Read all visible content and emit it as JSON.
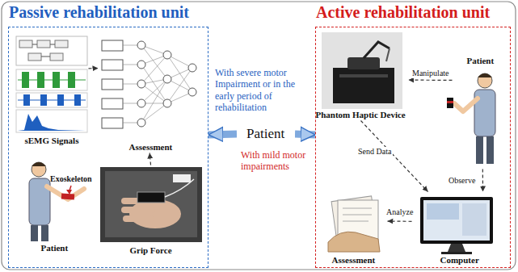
{
  "diagram": {
    "nodes": [
      {
        "text": [
          "Passive rehabilitation unit"
        ]
      },
      {
        "text": [
          "sEMG Signals"
        ],
        "in": 0
      },
      {
        "text": [
          "Assessment"
        ],
        "in": 0
      },
      {
        "text": [
          "Patient"
        ],
        "in": 0
      },
      {
        "text": [
          "Grip Force"
        ],
        "in": 0
      },
      {
        "text": [
          "Patient"
        ]
      },
      {
        "text": [
          "Active rehabilitation unit"
        ]
      },
      {
        "text": [
          "Phantom Haptic Device"
        ],
        "in": 6
      },
      {
        "text": [
          "Patient"
        ],
        "in": 6
      },
      {
        "text": [
          "Computer"
        ],
        "in": 6
      },
      {
        "text": [
          "Assessment"
        ],
        "in": 6
      }
    ],
    "edges": [
      {
        "from": 1,
        "to": 2,
        "arrow": "to"
      },
      {
        "from": 4,
        "to": 2,
        "arrow": "to"
      },
      {
        "from": 5,
        "to": 0,
        "arrow": "to"
      },
      {
        "from": 5,
        "to": 6,
        "arrow": "to"
      },
      {
        "from": 8,
        "to": 7,
        "arrow": "to",
        "label": "Manipulate"
      },
      {
        "from": 8,
        "to": 9,
        "arrow": "to",
        "label": "Observe"
      },
      {
        "from": 7,
        "to": 9,
        "arrow": "to",
        "label": "Send Data"
      },
      {
        "from": 9,
        "to": 10,
        "arrow": "to",
        "label": "Analyze"
      }
    ],
    "labels": [
      "With severe motor Impairment or in the early period of rehabilitation",
      "With mild motor impairments",
      "Exoskeleton"
    ]
  }
}
